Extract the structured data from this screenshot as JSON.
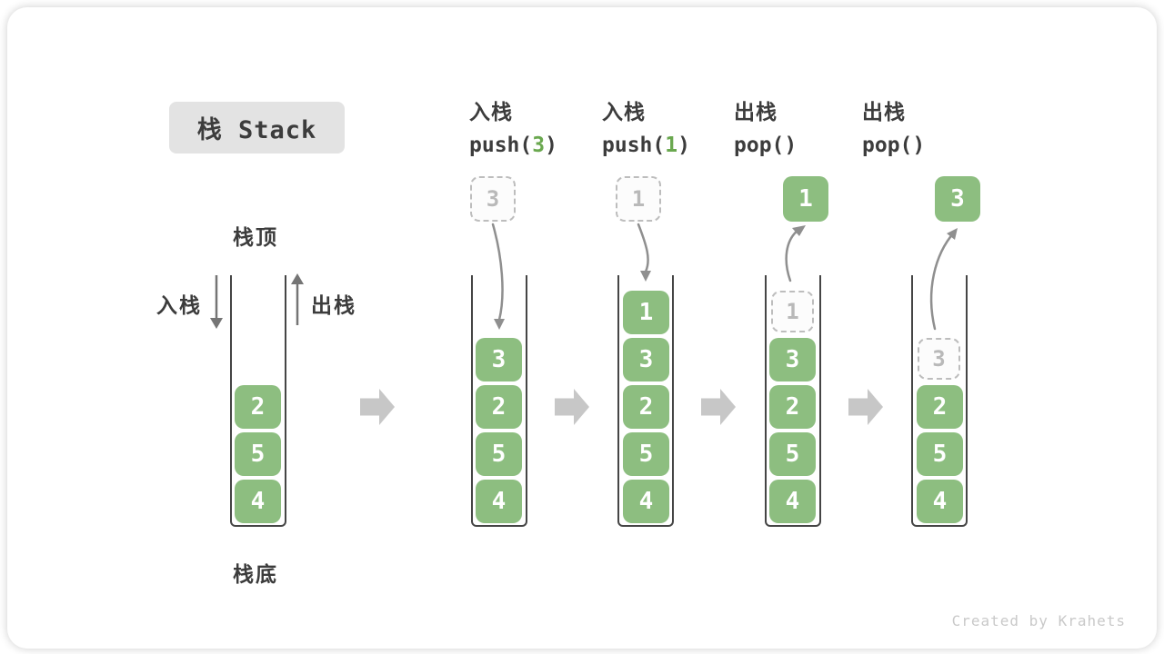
{
  "title": {
    "text": "栈 Stack"
  },
  "labels": {
    "stack_top": "栈顶",
    "stack_bottom": "栈底",
    "push_side": "入栈",
    "pop_side": "出栈"
  },
  "steps": [
    {
      "label_cn": "入栈",
      "code_pre": "push(",
      "code_arg": "3",
      "code_post": ")"
    },
    {
      "label_cn": "入栈",
      "code_pre": "push(",
      "code_arg": "1",
      "code_post": ")"
    },
    {
      "label_cn": "出栈",
      "code_pre": "pop(",
      "code_arg": "",
      "code_post": ")"
    },
    {
      "label_cn": "出栈",
      "code_pre": "pop(",
      "code_arg": "",
      "code_post": ")"
    }
  ],
  "stacks": [
    {
      "blocks": [
        "2",
        "5",
        "4"
      ]
    },
    {
      "incoming": "3",
      "blocks": [
        "3",
        "2",
        "5",
        "4"
      ]
    },
    {
      "incoming": "1",
      "blocks": [
        "1",
        "3",
        "2",
        "5",
        "4"
      ]
    },
    {
      "popped": "1",
      "ghost": "1",
      "blocks": [
        "3",
        "2",
        "5",
        "4"
      ]
    },
    {
      "popped": "3",
      "ghost": "3",
      "blocks": [
        "2",
        "5",
        "4"
      ]
    }
  ],
  "watermark": {
    "text": "Created by Krahets"
  },
  "colors": {
    "block_green": "#8dbe80",
    "code_arg_green": "#6aa84f",
    "text_dark": "#3c3c3c",
    "ghost_gray": "#b9b9b9",
    "ghost_border": "#bdbdbd",
    "container_wall": "#454545",
    "arrow_dark": "#757575",
    "arrow_gray": "#8f8f8f",
    "block_arrow_gray": "#c7c7c7",
    "title_bg": "#e3e3e3",
    "watermark_gray": "#c9c9c9"
  }
}
